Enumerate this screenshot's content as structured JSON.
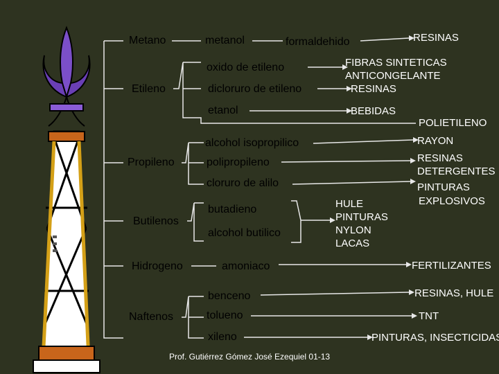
{
  "left": {
    "metano": "Metano",
    "etileno": "Etileno",
    "propileno": "Propileno",
    "butilenos": "Butilenos",
    "hidrogeno": "Hidrogeno",
    "naftenos": "Naftenos"
  },
  "middle": {
    "metanol": "metanol",
    "formaldehido": "formaldehido",
    "oxido_etileno": "oxido de etileno",
    "dicloruro_etileno": "dicloruro de etileno",
    "etanol": "etanol",
    "alcohol_isopropilico": "alcohol isopropilico",
    "polipropileno": "polipropileno",
    "cloruro_alilo": "cloruro de alilo",
    "butadieno": "butadieno",
    "alcohol_butilico": "alcohol butilico",
    "amoniaco": "amoniaco",
    "benceno": "benceno",
    "tolueno": "tolueno",
    "xileno": "xileno"
  },
  "right": {
    "resinas_1": "RESINAS",
    "fibras": "FIBRAS SINTETICAS",
    "anticongelante": "ANTICONGELANTE",
    "resinas_2": "RESINAS",
    "bebidas": "BEBIDAS",
    "polietileno": "POLIETILENO",
    "rayon": "RAYON",
    "resinas_3": "RESINAS",
    "detergentes": "DETERGENTES",
    "pinturas": "PINTURAS",
    "explosivos": "EXPLOSIVOS",
    "butilenos_products": "HULE\nPINTURAS\nNYLON\nLACAS",
    "fertilizantes": "FERTILIZANTES",
    "resinas_hule": "RESINAS, HULE",
    "tnt": "TNT",
    "pinturas_insecticidas": "PINTURAS, INSECTICIDAS"
  },
  "footer": "Prof. Gutiérrez Gómez José Ezequiel 01-13",
  "colors": {
    "background": "#2e3320",
    "connector": "#e8e8e8",
    "derrick_frame": "#d4a017",
    "derrick_bar": "#c8651b",
    "flame": "#7b4fc8"
  }
}
